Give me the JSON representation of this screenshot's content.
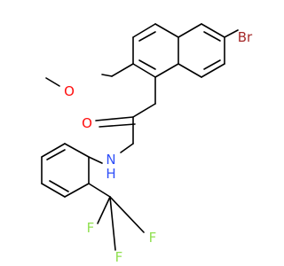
{
  "molecule": {
    "atoms": {
      "br": {
        "label": "Br",
        "color": "#a52a2a"
      },
      "o_methoxy": {
        "label": "O",
        "color": "#ff0d0d"
      },
      "o_carbonyl": {
        "label": "O",
        "color": "#ff0d0d"
      },
      "n_amide": {
        "label": "N",
        "color": "#3050f8"
      },
      "h_amide": {
        "label": "H",
        "color": "#3050f8"
      },
      "f1": {
        "label": "F",
        "color": "#90e050"
      },
      "f2": {
        "label": "F",
        "color": "#90e050"
      },
      "f3": {
        "label": "F",
        "color": "#90e050"
      }
    },
    "bond_color": "#000000"
  }
}
